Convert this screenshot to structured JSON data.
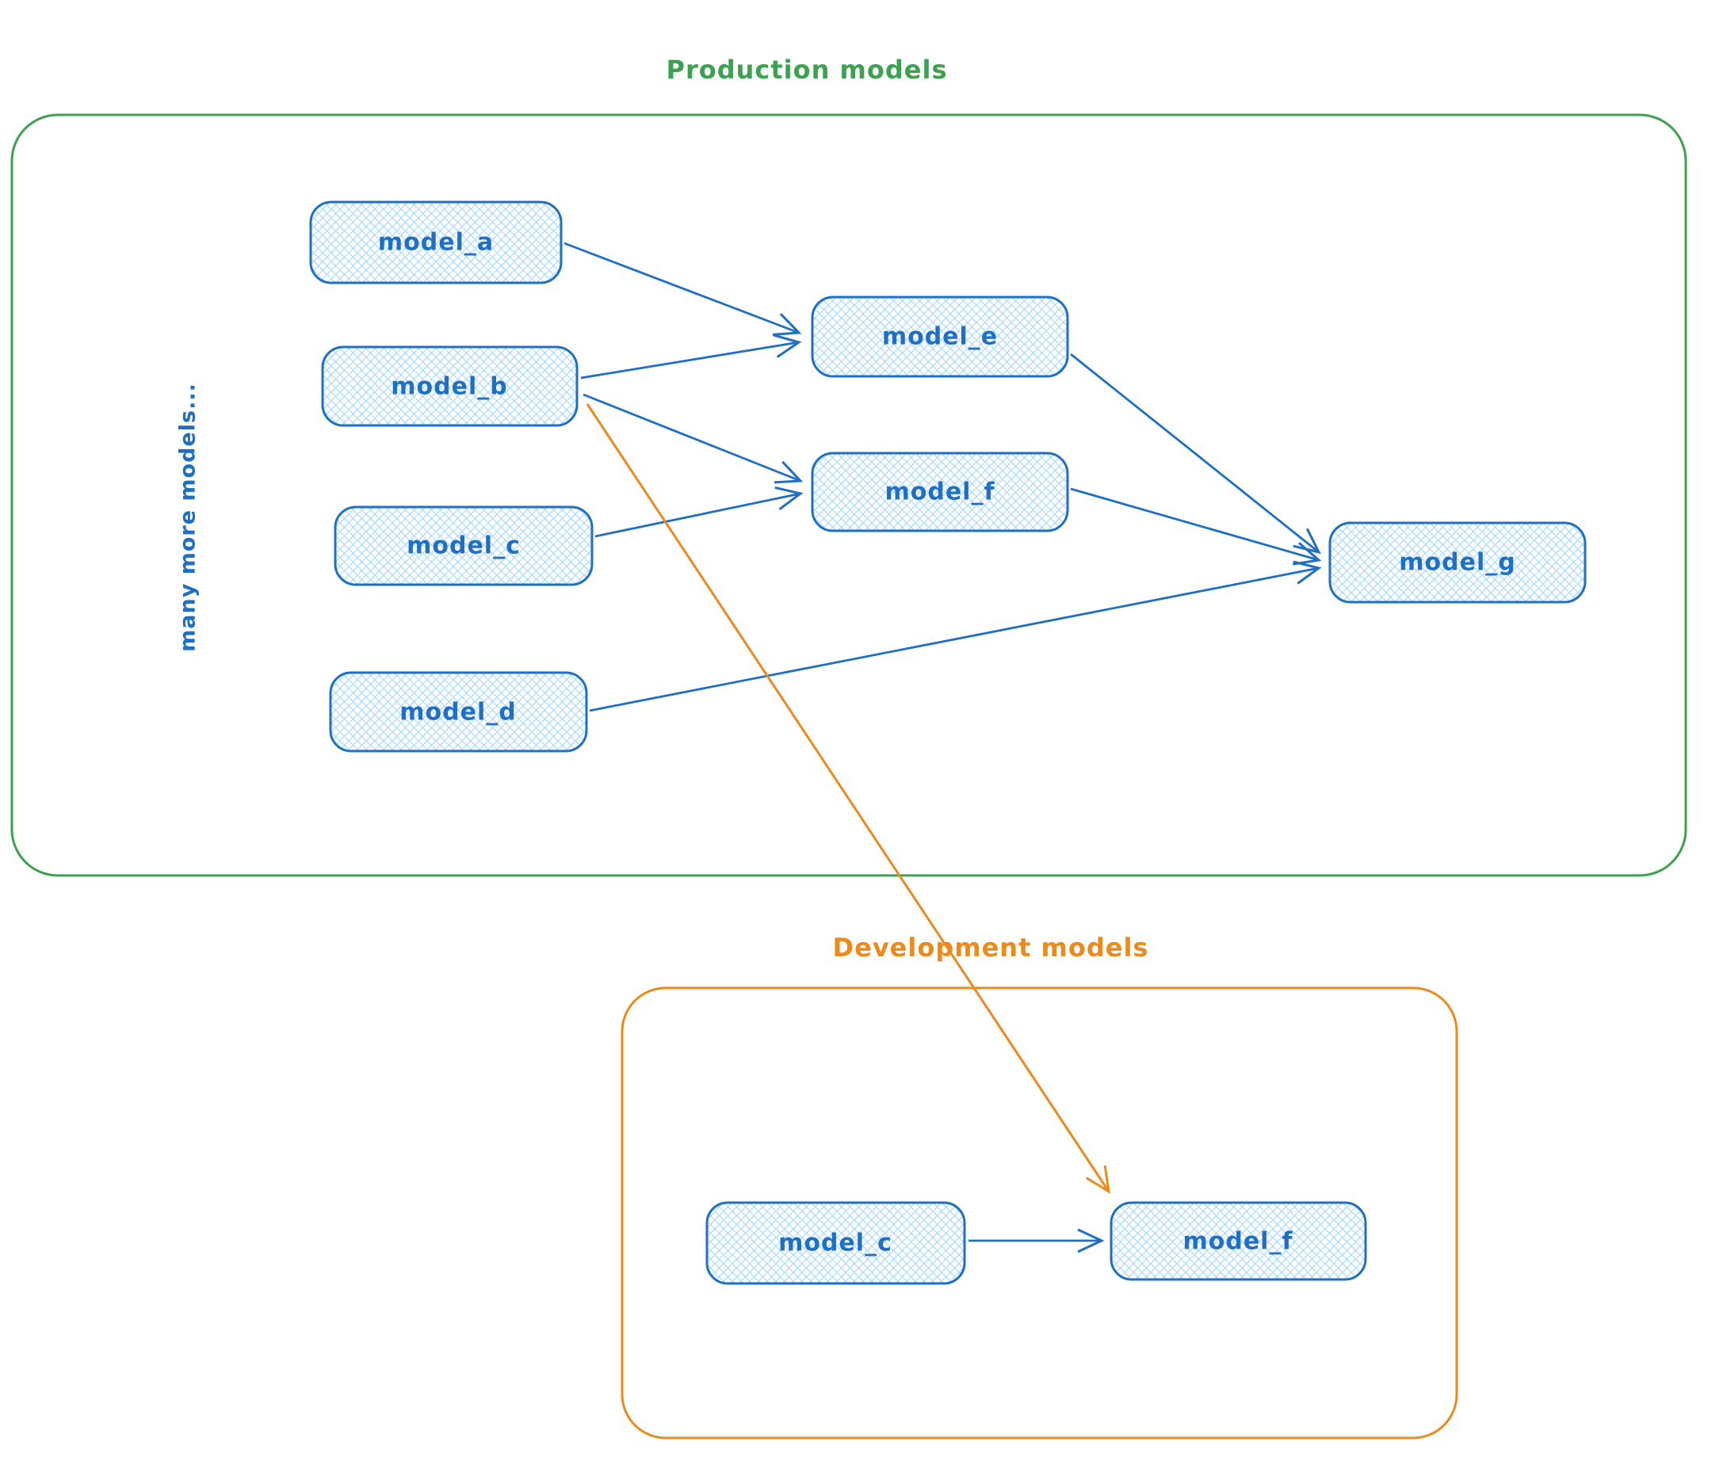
{
  "colors": {
    "green": "#3da24f",
    "blue": "#1f6fc5",
    "blue_fill": "#a5d8ff",
    "orange": "#ec8a1d"
  },
  "production": {
    "title": "Production models",
    "side_label": "many more models...",
    "nodes": [
      {
        "id": "model_a",
        "label": "model_a"
      },
      {
        "id": "model_b",
        "label": "model_b"
      },
      {
        "id": "model_c",
        "label": "model_c"
      },
      {
        "id": "model_d",
        "label": "model_d"
      },
      {
        "id": "model_e",
        "label": "model_e"
      },
      {
        "id": "model_f",
        "label": "model_f"
      },
      {
        "id": "model_g",
        "label": "model_g"
      }
    ],
    "edges": [
      {
        "from": "model_a",
        "to": "model_e"
      },
      {
        "from": "model_b",
        "to": "model_e"
      },
      {
        "from": "model_b",
        "to": "model_f"
      },
      {
        "from": "model_c",
        "to": "model_f"
      },
      {
        "from": "model_e",
        "to": "model_g"
      },
      {
        "from": "model_f",
        "to": "model_g"
      },
      {
        "from": "model_d",
        "to": "model_g"
      }
    ]
  },
  "development": {
    "title": "Development models",
    "nodes": [
      {
        "id": "model_c",
        "label": "model_c"
      },
      {
        "id": "model_f",
        "label": "model_f"
      }
    ],
    "edges": [
      {
        "from": "model_c",
        "to": "model_f"
      }
    ]
  },
  "cross_edge": {
    "from": "production model_b",
    "to": "development model_f",
    "color": "#ec8a1d"
  }
}
